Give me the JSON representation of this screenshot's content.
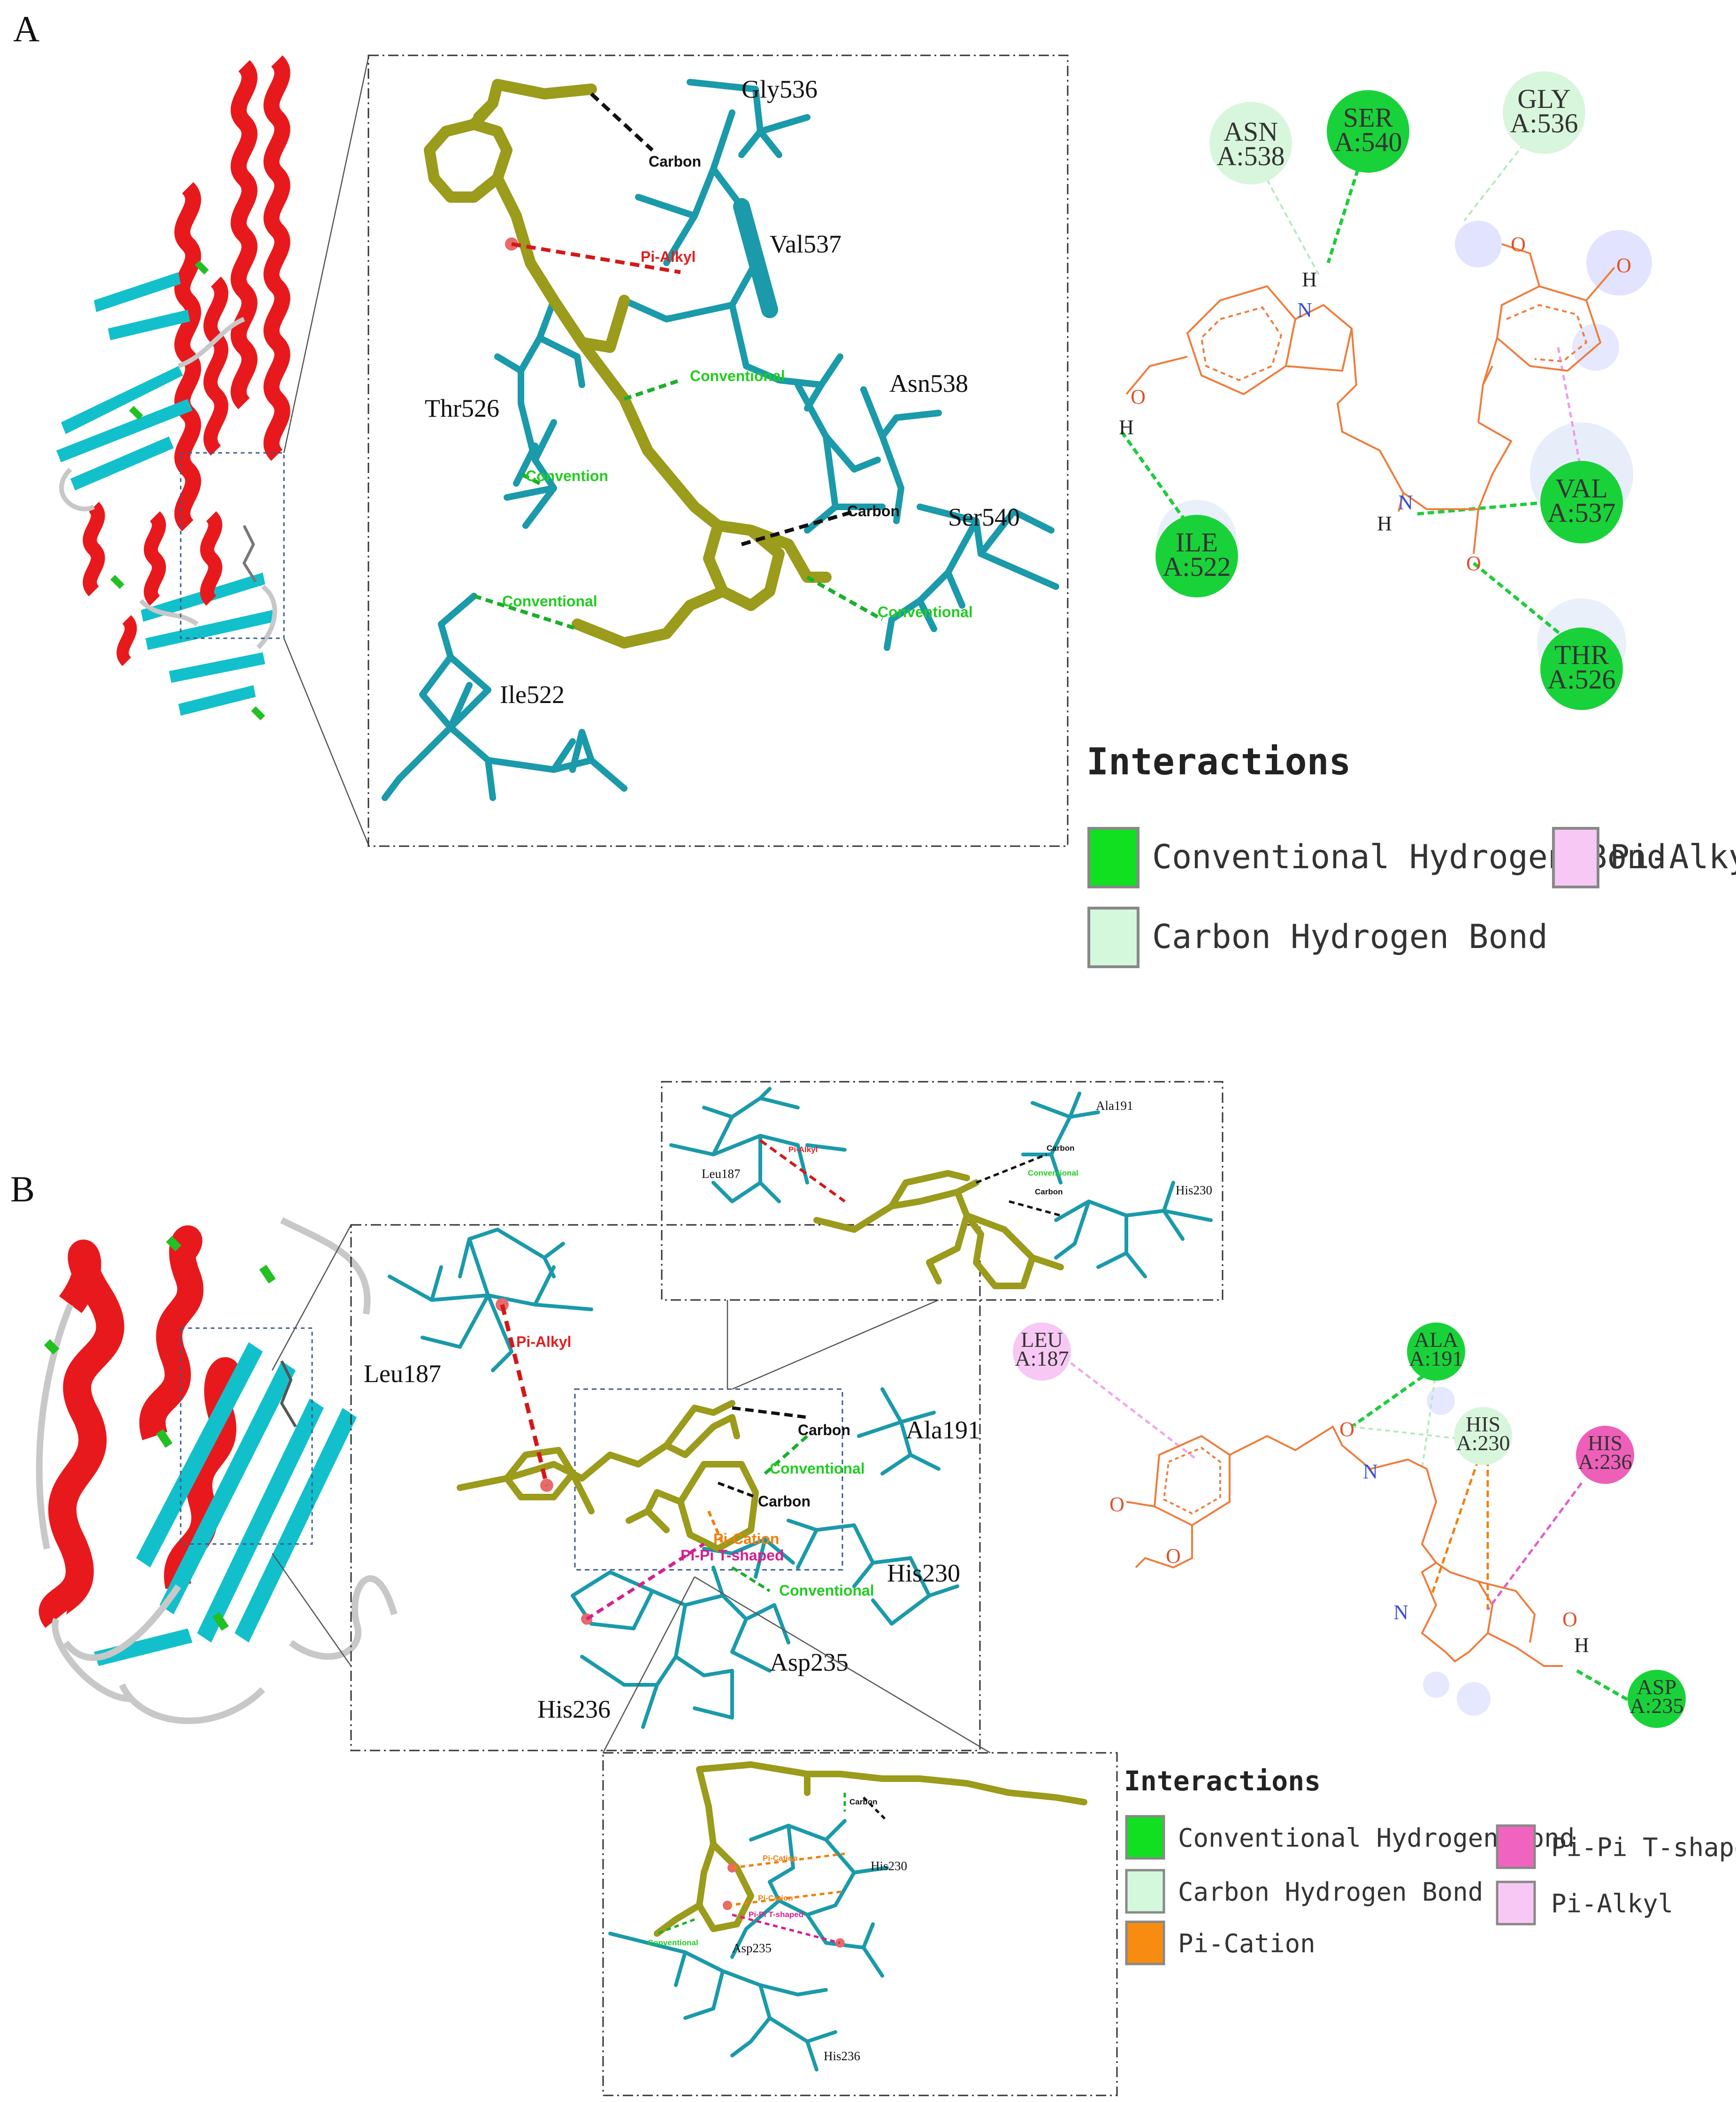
{
  "panels": [
    {
      "letter": "A",
      "residues_3d": [
        "Gly536",
        "Val537",
        "Thr526",
        "Asn538",
        "Ser540",
        "Ile522"
      ],
      "interaction_labels_3d": {
        "carbon_1": "Carbon",
        "pi_alkyl": "Pi-Alkyl",
        "conventional_1": "Conventional",
        "conventional_2": "Convention",
        "carbon_2": "Carbon",
        "conventional_3": "Conventional",
        "conventional_4": "Conventional"
      },
      "nodes_2d": [
        {
          "name": "ASN",
          "chain": "A:538",
          "color": "#d8f6dc"
        },
        {
          "name": "SER",
          "chain": "A:540",
          "color": "#19d23a"
        },
        {
          "name": "GLY",
          "chain": "A:536",
          "color": "#d8f6dc"
        },
        {
          "name": "VAL",
          "chain": "A:537",
          "color": "#19d23a"
        },
        {
          "name": "ILE",
          "chain": "A:522",
          "color": "#19d23a"
        },
        {
          "name": "THR",
          "chain": "A:526",
          "color": "#19d23a"
        }
      ],
      "atoms": {
        "h1": "H",
        "h2": "H",
        "h3": "H",
        "o1": "O",
        "o2": "O",
        "o3": "O",
        "o4": "O",
        "n1": "N",
        "n2": "N"
      },
      "legend": {
        "title": "Interactions",
        "items": [
          {
            "label": "Conventional Hydrogen Bond",
            "color": "#10e020"
          },
          {
            "label": "Pi-Alkyl",
            "color": "#f8c8f4"
          },
          {
            "label": "Carbon Hydrogen Bond",
            "color": "#d4f8dc"
          }
        ]
      }
    },
    {
      "letter": "B",
      "residues_3d": [
        "Leu187",
        "Ala191",
        "His230",
        "Asp235",
        "His236"
      ],
      "inset_residues": [
        "Leu187",
        "Ala191",
        "His230"
      ],
      "inset2_residues": [
        "His230",
        "Asp235",
        "His236"
      ],
      "interaction_labels_3d": {
        "pi_alkyl": "Pi-Alkyl",
        "carbon_1": "Carbon",
        "conventional_1": "Conventional",
        "carbon_2": "Carbon",
        "pi_cation": "Pi-Cation",
        "pi_pi": "Pi-Pi T-shaped",
        "conventional_2": "Conventional"
      },
      "inset_labels": {
        "pi_alkyl": "Pi-Alkyl",
        "carbon_1": "Carbon",
        "conventional": "Conventional",
        "carbon_2": "Carbon"
      },
      "inset2_labels": {
        "carbon": "Carbon",
        "pi_cation_1": "Pi-Cation",
        "pi_cation_2": "Pi-Cation",
        "pi_pi": "Pi-Pi T-shaped",
        "conventional": "Conventional"
      },
      "nodes_2d": [
        {
          "name": "LEU",
          "chain": "A:187",
          "color": "#f8c8f4"
        },
        {
          "name": "ALA",
          "chain": "A:191",
          "color": "#19d23a"
        },
        {
          "name": "HIS",
          "chain": "A:230",
          "color": "#d8f6dc"
        },
        {
          "name": "HIS",
          "chain": "A:236",
          "color": "#ee5fb8"
        },
        {
          "name": "ASP",
          "chain": "A:235",
          "color": "#19d23a"
        }
      ],
      "atoms": {
        "o1": "O",
        "o2": "O",
        "o3": "O",
        "o4": "O",
        "n1": "N",
        "n2": "N",
        "h1": "H"
      },
      "legend": {
        "title": "Interactions",
        "items": [
          {
            "label": "Conventional Hydrogen Bond",
            "color": "#10e020"
          },
          {
            "label": "Pi-Pi T-shaped",
            "color": "#f064c0"
          },
          {
            "label": "Carbon Hydrogen Bond",
            "color": "#d4f8dc"
          },
          {
            "label": "Pi-Alkyl",
            "color": "#f8c8f4"
          },
          {
            "label": "Pi-Cation",
            "color": "#f88c10"
          }
        ]
      }
    }
  ],
  "colors": {
    "helix": "#e8191c",
    "sheet": "#12c0cc",
    "coil": "#c8c8c8",
    "turn": "#22c022",
    "residue_stick": "#1a9aaa",
    "ligand_stick": "#9b9b1c",
    "ligand_2d": "#ef7c3c",
    "hbond": "#19d23a",
    "carbon_bond": "#111111",
    "pi_alkyl": "#e02020",
    "pi_cation": "#f88c10",
    "pi_pi": "#e040c0"
  }
}
